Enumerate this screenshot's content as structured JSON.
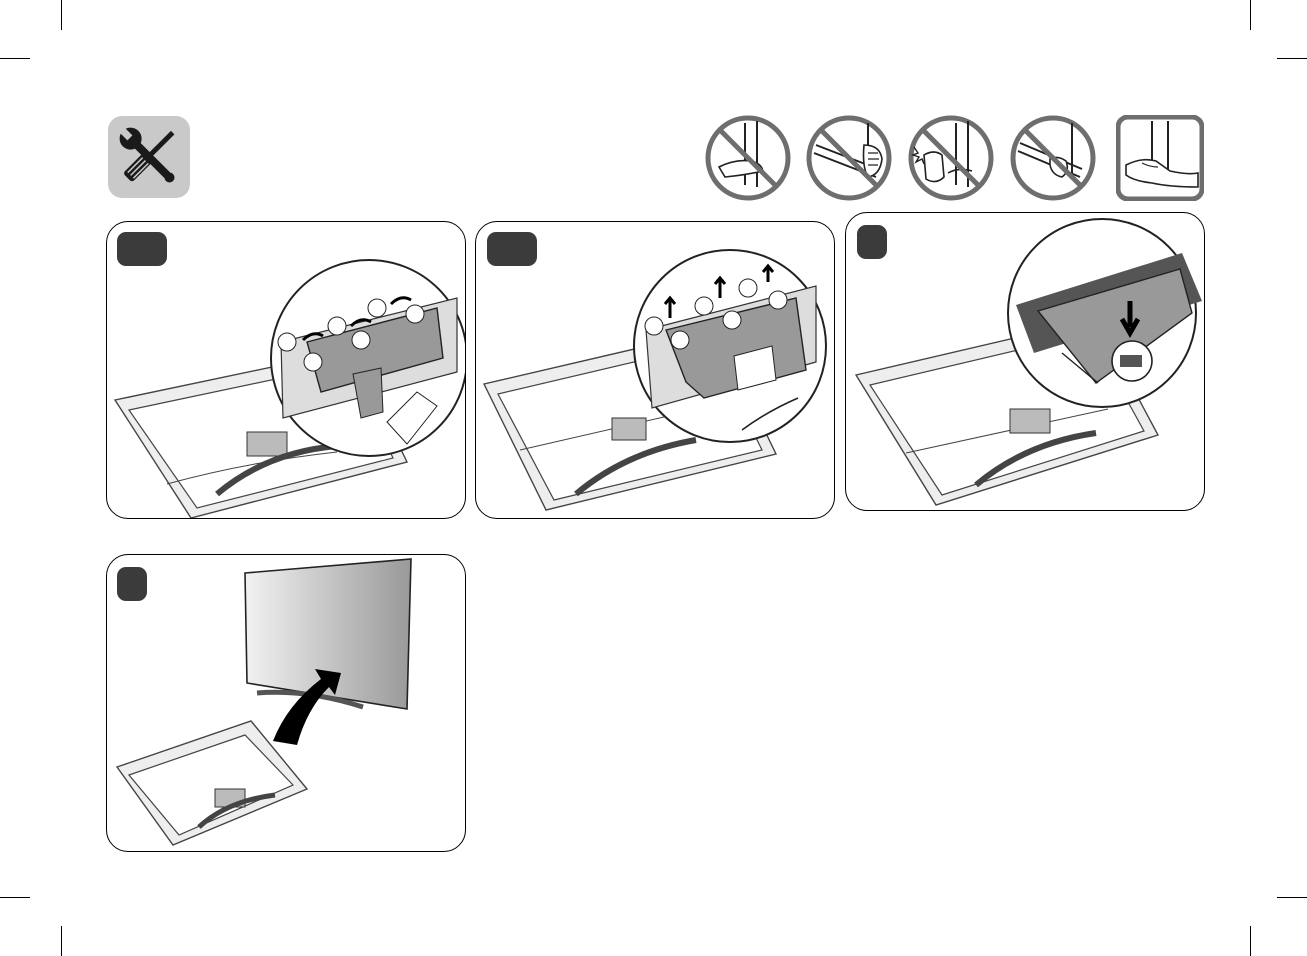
{
  "header": {
    "tools_icon": "screwdriver-wrench-icon",
    "precaution_icons": [
      "no-hold-by-screen-edge-icon",
      "no-grip-panel-icon",
      "no-press-screen-icon",
      "no-twist-panel-icon",
      "hold-by-frame-ok-icon"
    ]
  },
  "steps": [
    {
      "icon": "remove-stand-cover-illustration"
    },
    {
      "icon": "lift-stand-cover-illustration"
    },
    {
      "icon": "press-cover-into-slot-illustration"
    },
    {
      "icon": "stand-tv-upright-illustration"
    }
  ],
  "colors": {
    "badge": "#3b3b3b",
    "prohibit_ring": "#6e6e6e",
    "panel_border": "#000000"
  }
}
